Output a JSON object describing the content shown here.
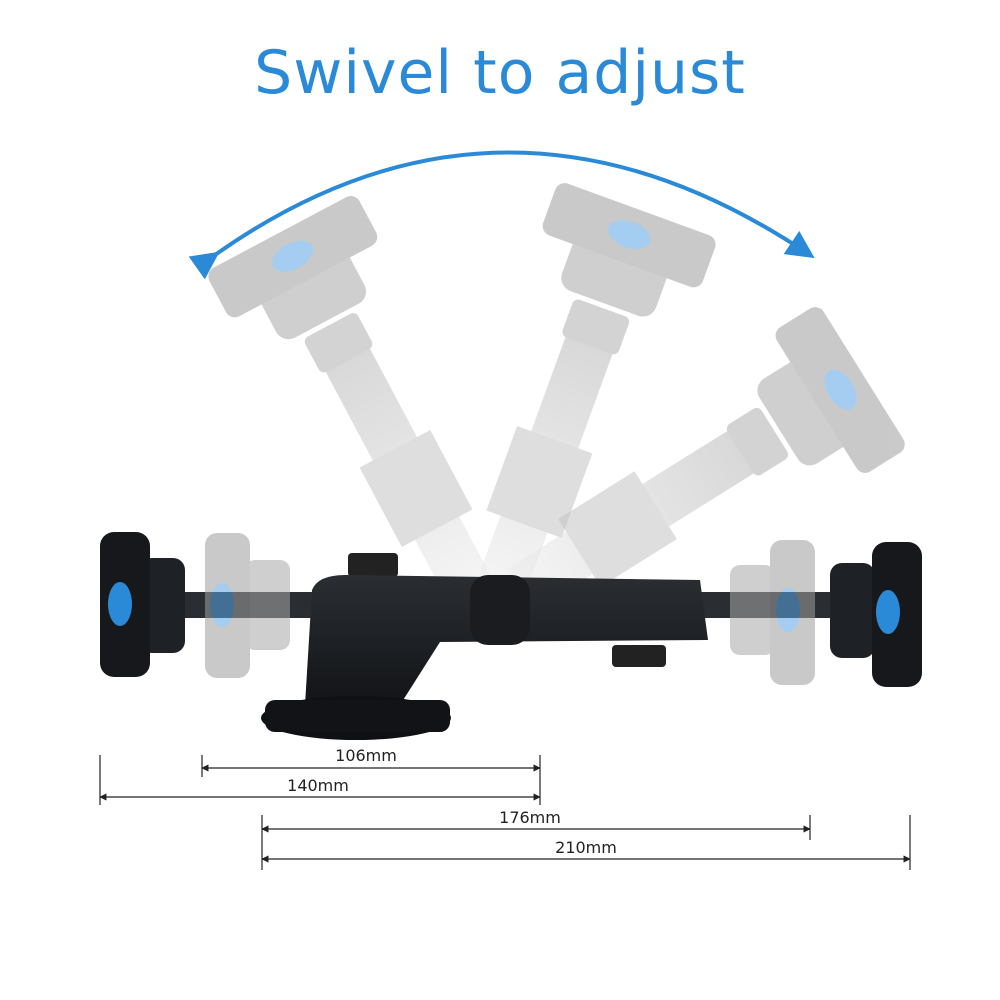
{
  "title": "Swivel to adjust",
  "colors": {
    "accent": "#2a8ad8",
    "mount_body": "#1c1f23",
    "ghost": "#bdbdbd",
    "button_blue": "#2a8ad8"
  },
  "dimensions": [
    {
      "label": "106mm"
    },
    {
      "label": "140mm"
    },
    {
      "label": "176mm"
    },
    {
      "label": "210mm"
    }
  ]
}
